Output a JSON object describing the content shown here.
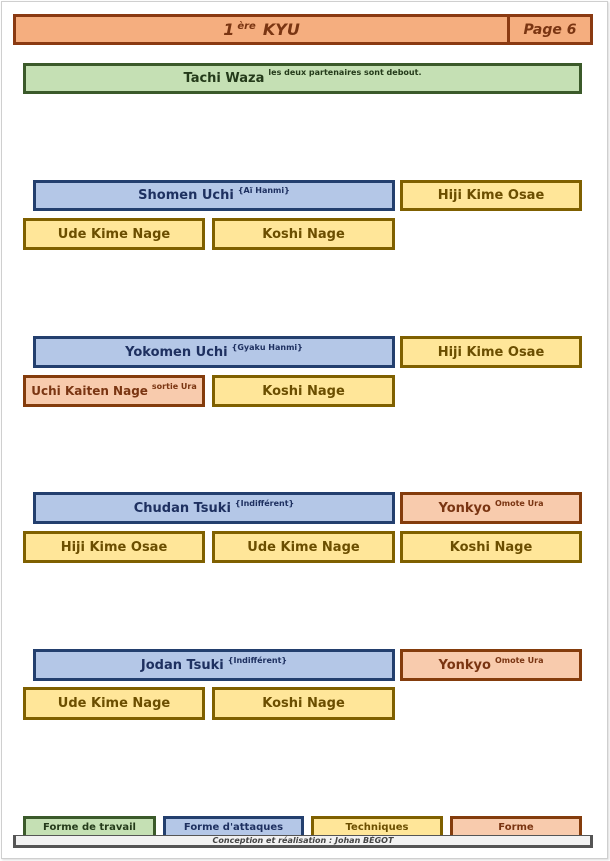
{
  "header": {
    "grade_number": "1",
    "grade_sup": "ère",
    "grade_name": "KYU",
    "page": "Page 6"
  },
  "intro": {
    "title": "Tachi Waza",
    "note": "les deux partenaires sont debout."
  },
  "sections": [
    {
      "attack": {
        "label": "Shomen Uchi",
        "note": "{Aï Hanmi}"
      },
      "techniques": [
        {
          "label": "Hiji Kime Osae",
          "note": ""
        },
        {
          "label": "Ude Kime Nage",
          "note": ""
        },
        {
          "label": "Koshi Nage",
          "note": ""
        }
      ]
    },
    {
      "attack": {
        "label": "Yokomen Uchi",
        "note": "{Gyaku Hanmi}"
      },
      "techniques": [
        {
          "label": "Hiji Kime Osae",
          "note": ""
        },
        {
          "label": "Uchi Kaiten Nage",
          "note": "sortie Ura"
        },
        {
          "label": "Koshi Nage",
          "note": ""
        }
      ]
    },
    {
      "attack": {
        "label": "Chudan Tsuki",
        "note": "{Indifférent}"
      },
      "techniques": [
        {
          "label": "Yonkyo",
          "note": "Omote Ura"
        },
        {
          "label": "Hiji Kime Osae",
          "note": ""
        },
        {
          "label": "Ude Kime Nage",
          "note": ""
        },
        {
          "label": "Koshi Nage",
          "note": ""
        }
      ]
    },
    {
      "attack": {
        "label": "Jodan Tsuki",
        "note": "{Indifférent}"
      },
      "techniques": [
        {
          "label": "Yonkyo",
          "note": "Omote Ura"
        },
        {
          "label": "Ude Kime Nage",
          "note": ""
        },
        {
          "label": "Koshi Nage",
          "note": ""
        }
      ]
    }
  ],
  "legend": {
    "work_form": "Forme de travail",
    "attack_form": "Forme d'attaques",
    "techniques": "Techniques",
    "form": "Forme"
  },
  "footer": {
    "credit": "Conception et réalisation : Johan BÉGOT"
  },
  "colors": {
    "green": "#c5e0b4",
    "blue": "#b4c7e7",
    "yellow": "#ffe699",
    "orange": "#f8cbad"
  }
}
